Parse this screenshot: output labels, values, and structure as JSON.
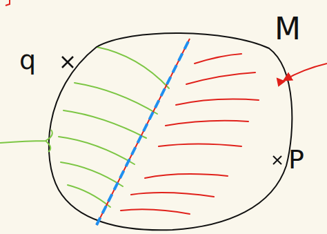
{
  "diagram": {
    "labels": [
      "q",
      "M",
      "P"
    ]
  }
}
